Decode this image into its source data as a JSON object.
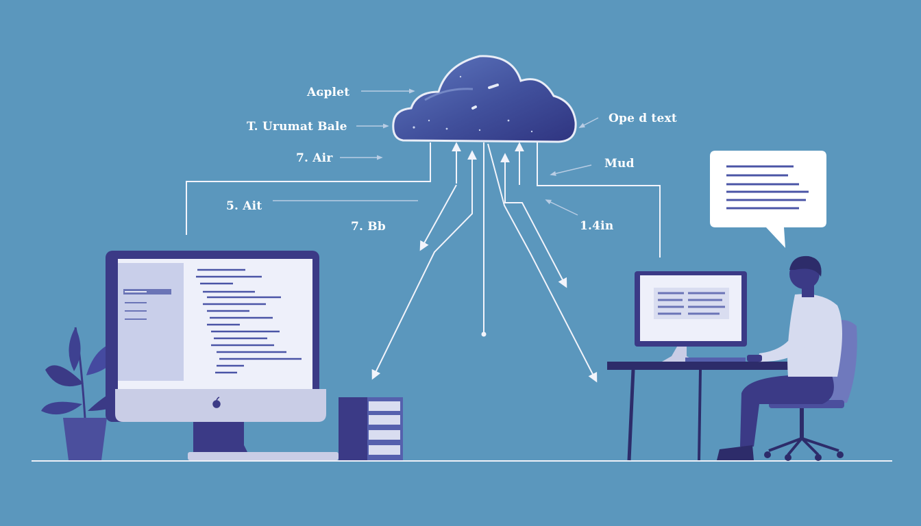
{
  "colors": {
    "background": "#5b97bd",
    "navy": "#3b3a86",
    "line": "#f3f4fb",
    "cloud": "#4a5da8",
    "screen": "#eef0fa",
    "code": "#4a54a6"
  },
  "labels": {
    "applet": "Aɢplet",
    "urumat_bale": "T. Urumat Bale",
    "air": "7. Air",
    "ait": "5. Ait",
    "bb": "7. Bb",
    "ope_text": "Ope d text",
    "mud": "Mud",
    "size": "1.4in"
  },
  "icons": {
    "cloud": "cloud-icon",
    "computer_logo": "apple-logo-icon",
    "speech": "speech-bubble-icon",
    "plant": "plant-icon"
  }
}
